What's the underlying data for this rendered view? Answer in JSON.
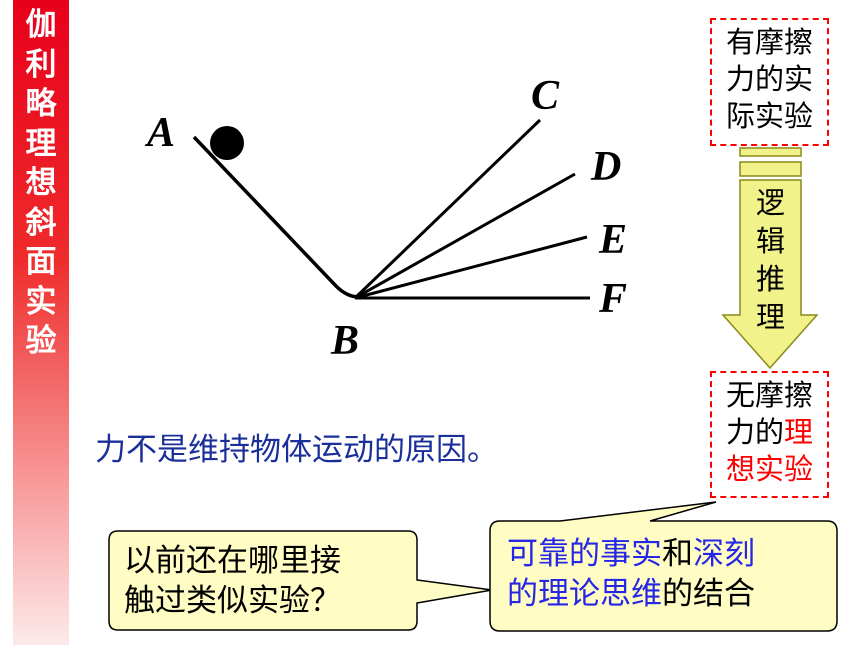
{
  "sidebar": {
    "title_chars": [
      "伽",
      "利",
      "略",
      "理",
      "想",
      "斜",
      "面",
      "实",
      "验"
    ]
  },
  "diagram": {
    "labels": {
      "A": "A",
      "B": "B",
      "C": "C",
      "D": "D",
      "E": "E",
      "F": "F"
    }
  },
  "caption": "力不是维持物体运动的原因。",
  "box_top": {
    "lines": [
      "有摩擦",
      "力的实",
      "际实验"
    ]
  },
  "arrow": {
    "chars": [
      "逻",
      "辑",
      "推",
      "理"
    ]
  },
  "box_bottom": {
    "line1": "无摩擦",
    "line2_a": "力的",
    "line2_b": "理",
    "line3": "想实验"
  },
  "bubble_left": {
    "line1": "以前还在哪里接",
    "line2": "触过类似实验？"
  },
  "bubble_right": {
    "l1_a": "可靠的事实",
    "l1_b": "和",
    "l1_c": "深刻",
    "l2_a": "的理论思维",
    "l2_b": "的结合"
  },
  "colors": {
    "sidebar_red": "#e8001b",
    "caption_blue": "#1a2f9a",
    "dash_red": "#ff0000",
    "bubble_fill": "#fffcc4",
    "arrow_fill": "#f2f28a",
    "highlight_blue": "#2626e6"
  }
}
